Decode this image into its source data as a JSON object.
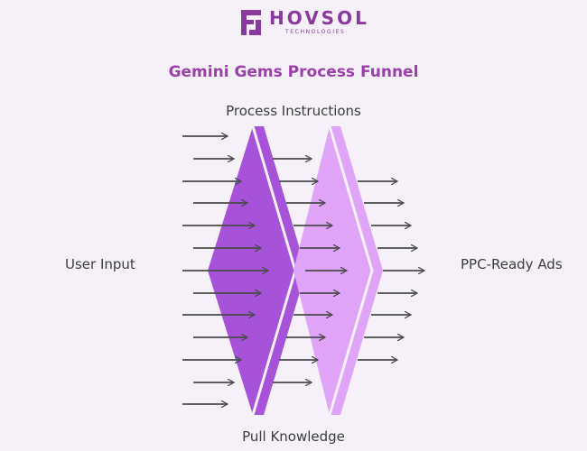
{
  "logo": {
    "name": "HOVSOL",
    "subtitle": "TECHNOLOGIES",
    "color": "#8a3a9e"
  },
  "title": "Gemini Gems Process Funnel",
  "labels": {
    "top": "Process Instructions",
    "bottom": "Pull Knowledge",
    "left": "User Input",
    "right": "PPC-Ready Ads"
  },
  "colors": {
    "title": "#9b3faa",
    "stage1": "#a653d9",
    "stage2": "#dfa4f7",
    "arrow": "#4a4a4a",
    "background": "#f6f1f8"
  }
}
